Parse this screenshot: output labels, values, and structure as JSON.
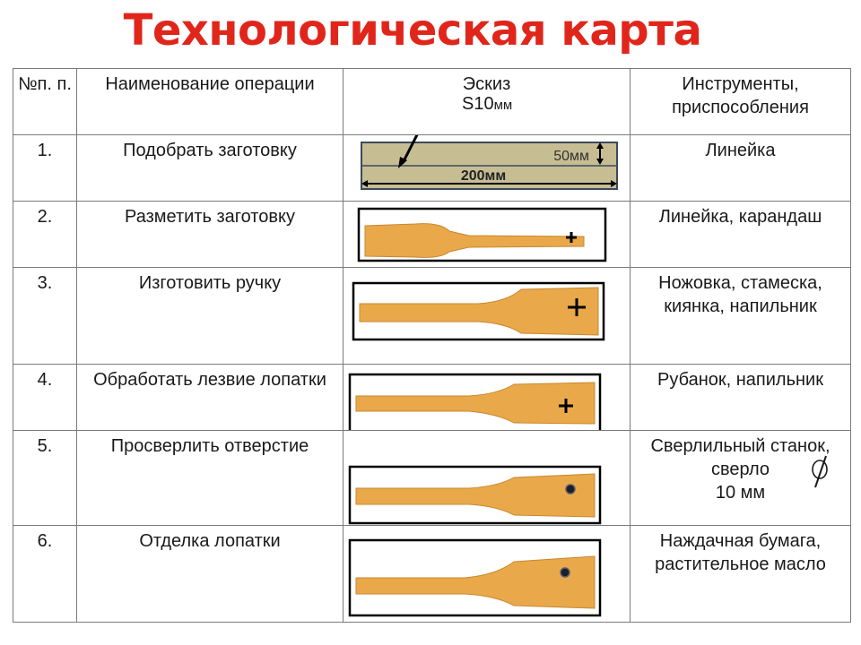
{
  "title": "Технологическая карта",
  "table": {
    "headers": {
      "number": "№п. п.",
      "operation": "Наименование операции",
      "sketch": "Эскиз",
      "sketch_thickness": "S10",
      "sketch_thickness_unit": "мм",
      "tools": "Инструменты, приспособления"
    },
    "rows": [
      {
        "number": "1.",
        "operation": "Подобрать заготовку",
        "tools": "Линейка",
        "sketch": "blank-plank",
        "dim_height": "50мм",
        "dim_length": "200мм"
      },
      {
        "number": "2.",
        "operation": "Разметить заготовку",
        "tools": "Линейка, карандаш",
        "sketch": "spatula-marked"
      },
      {
        "number": "3.",
        "operation": "Изготовить ручку",
        "tools": "Ножовка, стамеска, киянка, напильник",
        "sketch": "spatula-handle"
      },
      {
        "number": "4.",
        "operation": "Обработать лезвие лопатки",
        "tools": "Рубанок, напильник",
        "sketch": "spatula-blade"
      },
      {
        "number": "5.",
        "operation": "Просверлить отверстие",
        "tools": "Сверлильный станок, сверло",
        "tools_note": "10 мм",
        "sketch": "spatula-hole"
      },
      {
        "number": "6.",
        "operation": "Отделка лопатки",
        "tools": "Наждачная бумага, растительное масло",
        "sketch": "spatula-finished"
      }
    ]
  },
  "colors": {
    "title": "#e0261b",
    "wood": "#e9a94b",
    "plank": "#c7bd93",
    "border": "#7a7a7a"
  }
}
